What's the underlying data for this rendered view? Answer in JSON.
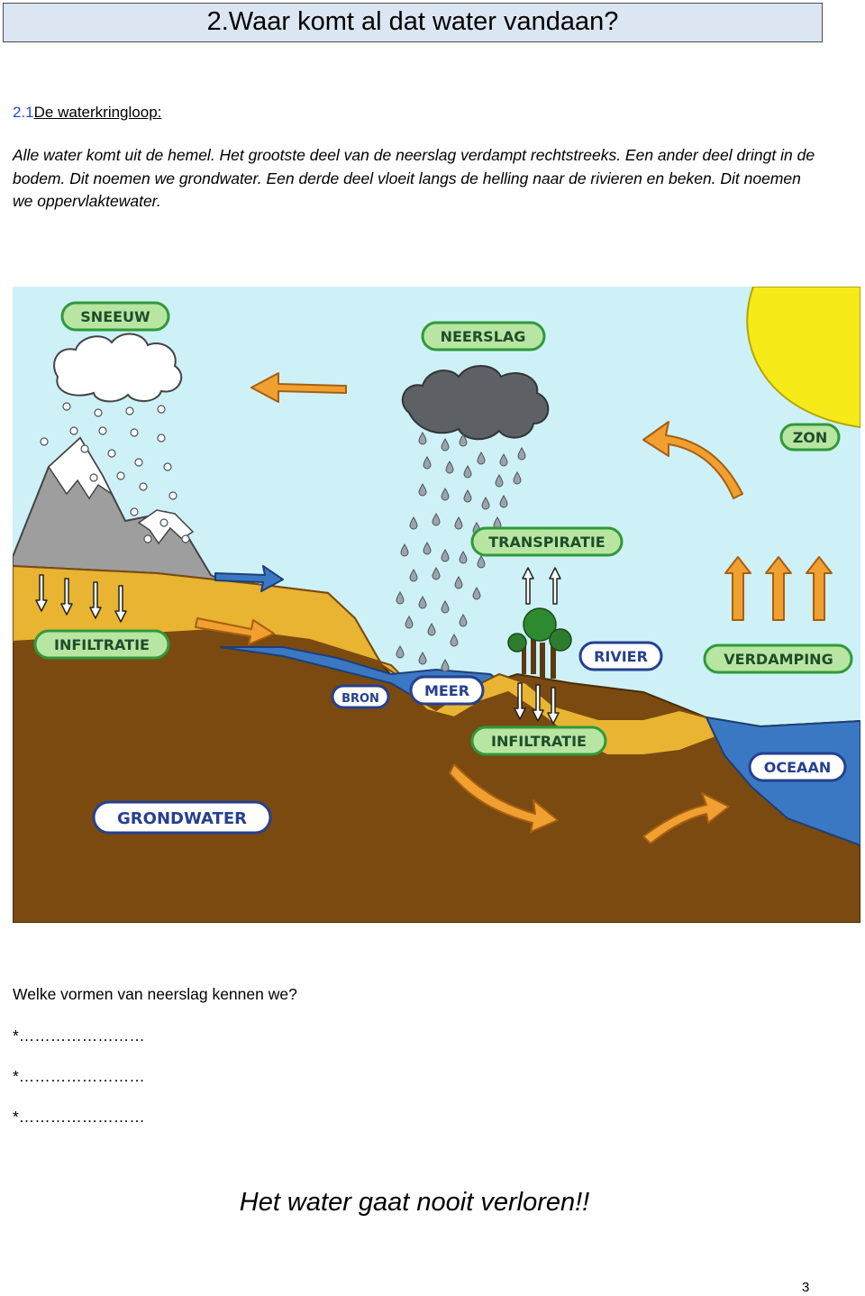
{
  "title": "2.Waar komt al dat water vandaan?",
  "section": {
    "number": "2.1",
    "label": "De waterkringloop:"
  },
  "intro": "Alle water komt uit de hemel. Het grootste deel van de neerslag verdampt rechtstreeks. Een ander deel dringt in de bodem. Dit noemen we grondwater. Een derde deel vloeit langs de helling naar de rivieren en beken. Dit noemen we oppervlaktewater.",
  "diagram": {
    "labels": {
      "sneeuw": "SNEEUW",
      "neerslag": "NEERSLAG",
      "zon": "ZON",
      "transpiratie": "TRANSPIRATIE",
      "infiltratie_left": "INFILTRATIE",
      "rivier": "RIVIER",
      "verdamping": "VERDAMPING",
      "bron": "BRON",
      "meer": "MEER",
      "infiltratie_center": "INFILTRATIE",
      "oceaan": "OCEAAN",
      "grondwater": "GRONDWATER"
    },
    "colors": {
      "sky": "#cdf1f7",
      "soil": "#7a4a10",
      "sand": "#e8b432",
      "water": "#3b78c4",
      "label_green_fill": "#b9e5a2",
      "label_green_border": "#2e9a3a",
      "label_blue_fill": "#ffffff",
      "label_blue_border": "#25408f",
      "arrow_orange": "#f0a030",
      "sun": "#f6ea18"
    }
  },
  "question": "Welke vormen van neerslag kennen we?",
  "blanks": [
    "*……………………",
    "*……………………",
    "*……………………"
  ],
  "motto": "Het water gaat nooit verloren!!",
  "page_number": "3"
}
